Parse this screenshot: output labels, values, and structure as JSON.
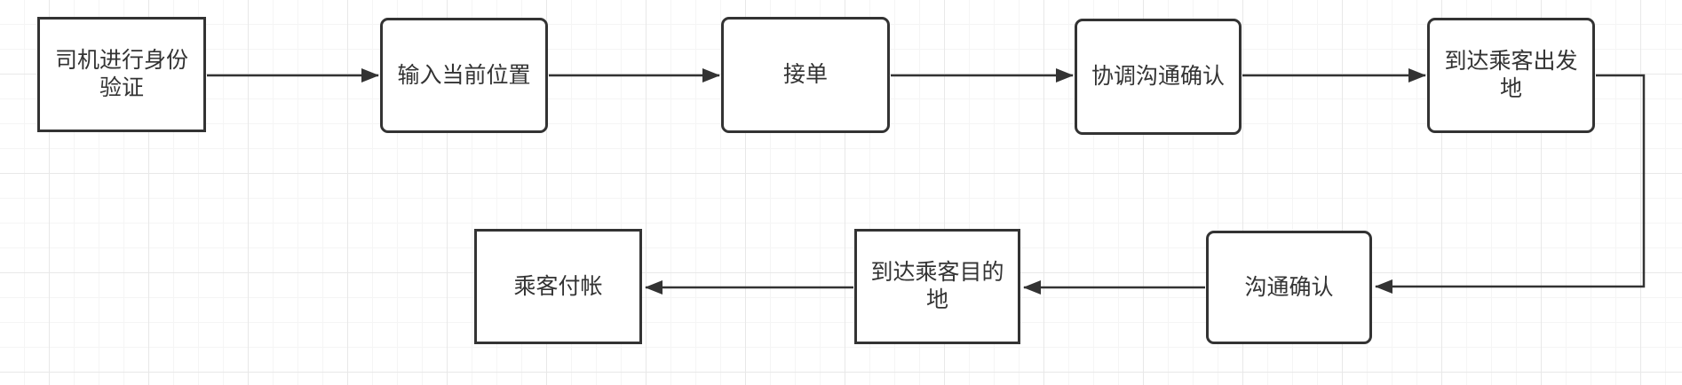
{
  "diagram": {
    "type": "flowchart",
    "language": "zh-CN",
    "colors": {
      "node_fill": "#ffffff",
      "node_stroke": "#333333",
      "text": "#333333",
      "grid_minor": "#f5f5f5",
      "grid_major": "#e8e8e8",
      "canvas": "#ffffff"
    },
    "nodes": [
      {
        "id": "driver-identity-verification",
        "label": "司机进行身份验证",
        "shape": "rectangle"
      },
      {
        "id": "enter-current-location",
        "label": "输入当前位置",
        "shape": "rounded-rectangle"
      },
      {
        "id": "accept-order",
        "label": "接单",
        "shape": "rounded-rectangle"
      },
      {
        "id": "coordinate-communication-confirmation",
        "label": "协调沟通确认",
        "shape": "rounded-rectangle"
      },
      {
        "id": "arrive-passenger-departure-point",
        "label": "到达乘客出发地",
        "shape": "rounded-rectangle"
      },
      {
        "id": "communication-confirmation",
        "label": "沟通确认",
        "shape": "rounded-rectangle"
      },
      {
        "id": "arrive-passenger-destination",
        "label": "到达乘客目的地",
        "shape": "rectangle"
      },
      {
        "id": "passenger-pays",
        "label": "乘客付帐",
        "shape": "rectangle"
      }
    ],
    "edges": [
      {
        "from": "driver-identity-verification",
        "to": "enter-current-location",
        "style": "arrow"
      },
      {
        "from": "enter-current-location",
        "to": "accept-order",
        "style": "arrow"
      },
      {
        "from": "accept-order",
        "to": "coordinate-communication-confirmation",
        "style": "arrow"
      },
      {
        "from": "coordinate-communication-confirmation",
        "to": "arrive-passenger-departure-point",
        "style": "arrow"
      },
      {
        "from": "arrive-passenger-departure-point",
        "to": "communication-confirmation",
        "style": "elbow-arrow"
      },
      {
        "from": "communication-confirmation",
        "to": "arrive-passenger-destination",
        "style": "arrow"
      },
      {
        "from": "arrive-passenger-destination",
        "to": "passenger-pays",
        "style": "arrow"
      }
    ]
  }
}
